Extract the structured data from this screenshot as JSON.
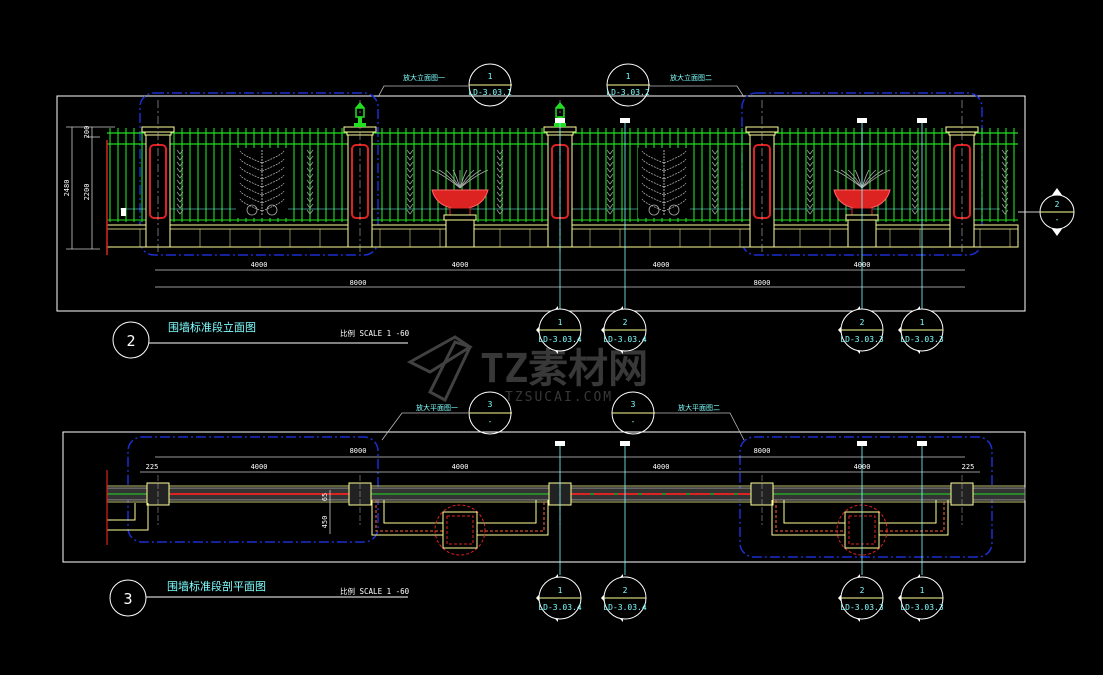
{
  "colors": {
    "background": "#000000",
    "fence": "#22dd22",
    "pillar": "#ffff99",
    "accent_red": "#dd2222",
    "boundary": "#1a2fd0",
    "text_cyan": "#7fffff",
    "ornament": "#aaaaaa",
    "watermark": "#555555"
  },
  "elevation": {
    "title_number": "2",
    "title": "围墙标准段立面图",
    "scale": "比例 SCALE 1 -60",
    "dims": {
      "total_height": "2480",
      "cap": "200",
      "wall": "2200",
      "spans": [
        "4000",
        "4000",
        "4000",
        "4000"
      ],
      "doubles": [
        "8000",
        "8000"
      ]
    },
    "callouts_top": [
      {
        "label": "放大立面图一",
        "num": "1",
        "sheet": "LD-3.03.1"
      },
      {
        "label": "放大立面图二",
        "num": "1",
        "sheet": "LD-3.03.2"
      }
    ],
    "section_marker_right": {
      "num": "2",
      "sheet": "-"
    },
    "section_markers_bottom": [
      {
        "num": "1",
        "sheet": "LD-3.03.4"
      },
      {
        "num": "2",
        "sheet": "LD-3.03.4"
      },
      {
        "num": "2",
        "sheet": "LD-3.03.3"
      },
      {
        "num": "1",
        "sheet": "LD-3.03.3"
      }
    ]
  },
  "plan": {
    "title_number": "3",
    "title": "围墙标准段剖平面图",
    "scale": "比例 SCALE 1 -60",
    "dims": {
      "ends": [
        "225",
        "225"
      ],
      "spans": [
        "4000",
        "4000",
        "4000",
        "4000"
      ],
      "doubles": [
        "8000",
        "8000"
      ],
      "wall_thickness": "65",
      "bench_depth": "450"
    },
    "callouts_top": [
      {
        "label": "放大平面图一",
        "num": "3",
        "sheet": "-"
      },
      {
        "label": "放大平面图二",
        "num": "3",
        "sheet": "-"
      }
    ],
    "section_markers_bottom": [
      {
        "num": "1",
        "sheet": "LD-3.03.4"
      },
      {
        "num": "2",
        "sheet": "LD-3.03.4"
      },
      {
        "num": "2",
        "sheet": "LD-3.03.3"
      },
      {
        "num": "1",
        "sheet": "LD-3.03.3"
      }
    ]
  },
  "watermark": {
    "brand": "TZ素材网",
    "url": "TZSUCAI.COM"
  }
}
